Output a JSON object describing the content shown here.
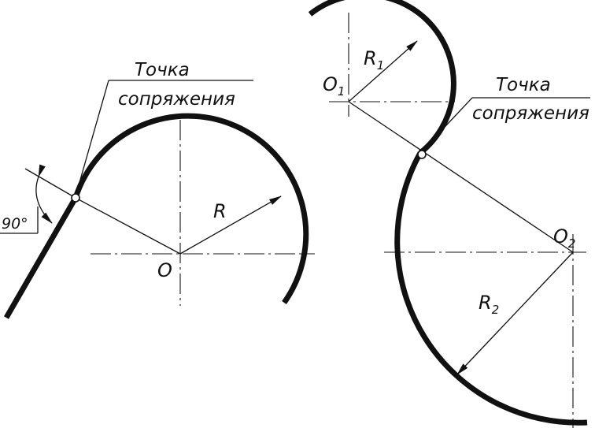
{
  "left_figure": {
    "callout_line1": "Точка",
    "callout_line2": "сопряжения",
    "center_label": "O",
    "radius_label": "R",
    "angle_label": "90°"
  },
  "right_figure": {
    "callout_line1": "Точка",
    "callout_line2": "сопряжения",
    "center1_label": "O",
    "center1_index": "1",
    "center2_label": "O",
    "center2_index": "2",
    "radius1_label": "R",
    "radius1_index": "1",
    "radius2_label": "R",
    "radius2_index": "2"
  }
}
